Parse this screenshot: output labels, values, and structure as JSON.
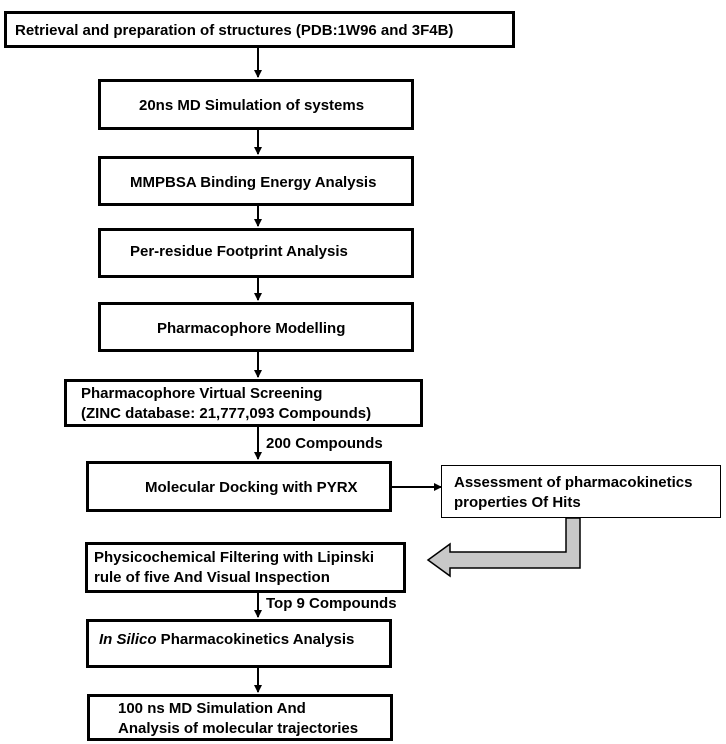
{
  "steps": [
    {
      "line1": "Retrieval and preparation of structures (PDB:1W96 and 3F4B)"
    },
    {
      "line1": "20ns MD Simulation of systems"
    },
    {
      "line1": "MMPBSA Binding Energy Analysis"
    },
    {
      "line1": "Per-residue Footprint Analysis"
    },
    {
      "line1": "Pharmacophore Modelling"
    },
    {
      "line1": "Pharmacophore Virtual Screening",
      "line2": "(ZINC database: 21,777,093 Compounds)"
    },
    {
      "line1": "Molecular Docking with PYRX"
    },
    {
      "line1": "Physicochemical Filtering with Lipinski",
      "line2": "rule of five And Visual Inspection"
    },
    {
      "italic": "In Silico",
      "line1": " Pharmacokinetics Analysis"
    },
    {
      "line1": "100 ns MD Simulation And",
      "line2": "Analysis of molecular trajectories"
    }
  ],
  "side_step": {
    "line1": "Assessment of pharmacokinetics",
    "line2": "properties Of Hits"
  },
  "edge_labels": {
    "after_screening": "200 Compounds",
    "after_filtering": "Top 9 Compounds"
  },
  "colors": {
    "stroke": "#000000",
    "feedback_fill": "#c8c8c8"
  }
}
